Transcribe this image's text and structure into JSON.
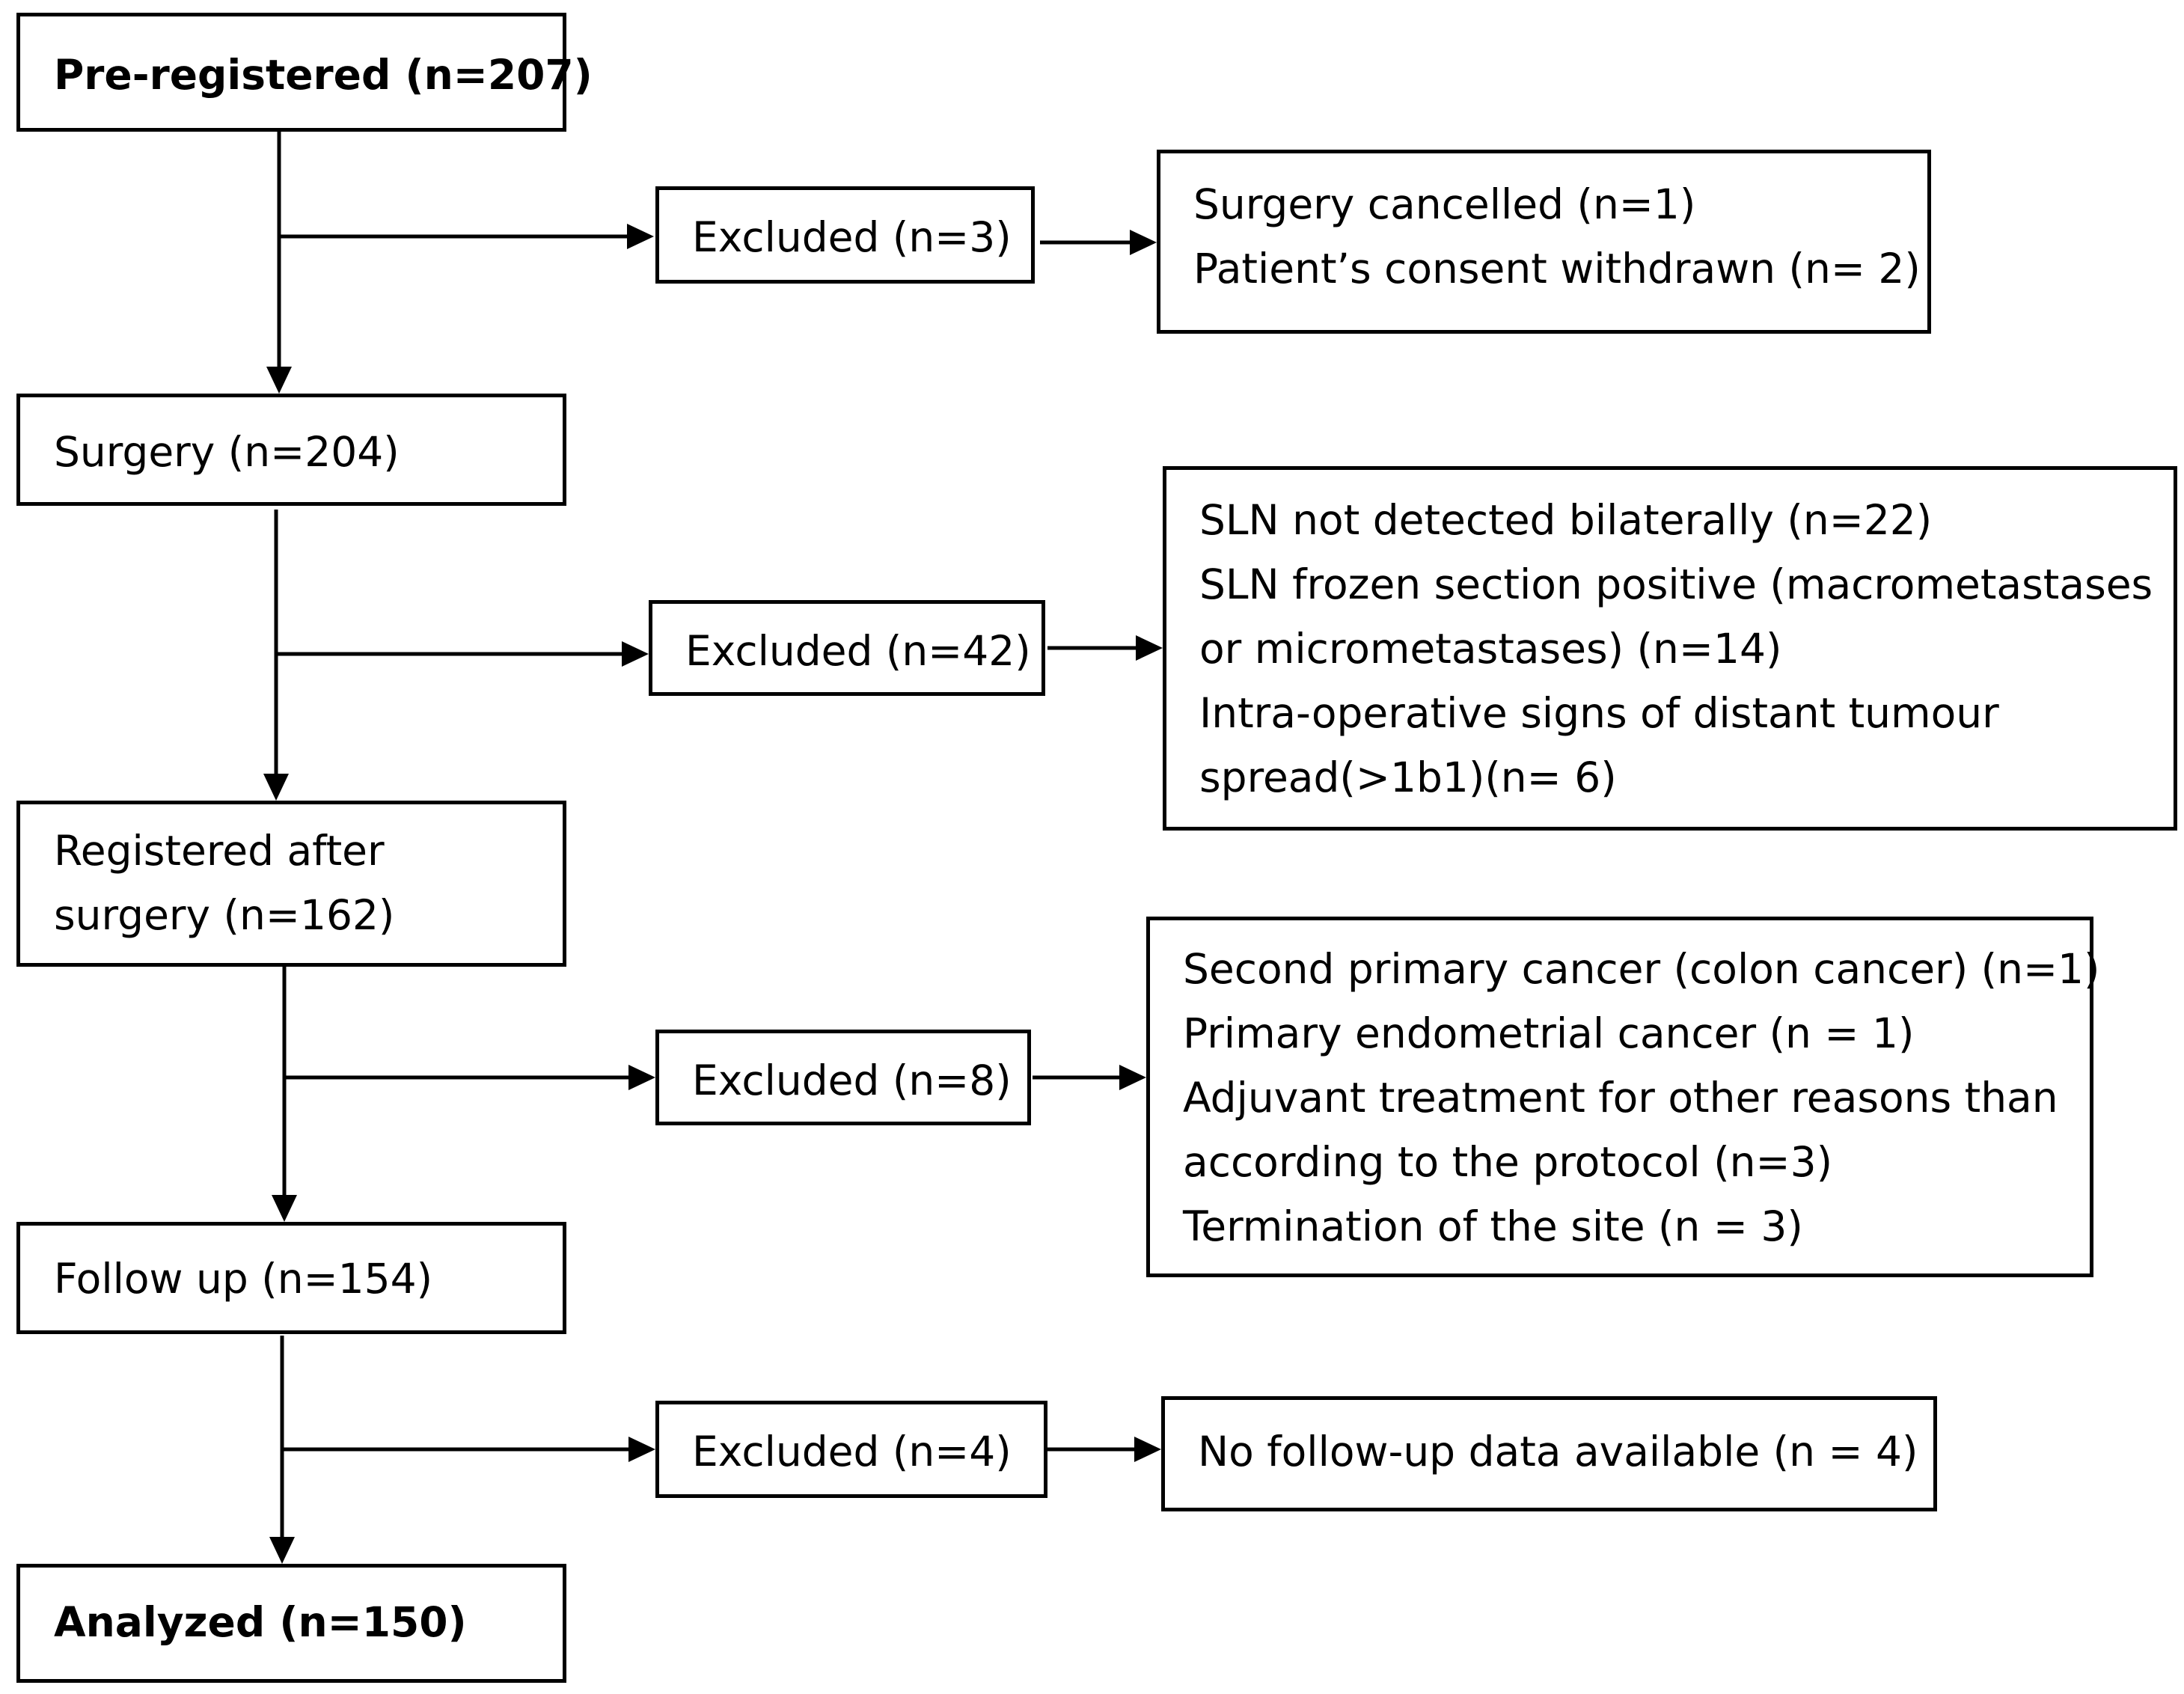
{
  "main_flow": [
    {
      "label": "Pre-registered (n=207)",
      "bold": true
    },
    {
      "label": "Surgery (n=204)",
      "bold": false
    },
    {
      "lines": [
        "Registered after",
        "surgery (n=162)"
      ],
      "bold": false
    },
    {
      "label": "Follow up (n=154)",
      "bold": false
    },
    {
      "label": "Analyzed (n=150)",
      "bold": true
    }
  ],
  "exclusions": [
    {
      "label": "Excluded (n=3)",
      "reasons": [
        "Surgery cancelled (n=1)",
        "Patient’s consent withdrawn (n= 2)"
      ]
    },
    {
      "label": "Excluded (n=42)",
      "reasons": [
        "SLN not detected bilaterally (n=22)",
        "SLN frozen section positive (macrometastases",
        "or micrometastases) (n=14)",
        "Intra-operative signs of distant tumour",
        "spread(>1b1)(n= 6)"
      ]
    },
    {
      "label": "Excluded (n=8)",
      "reasons": [
        "Second primary cancer (colon cancer) (n=1)",
        "Primary endometrial cancer (n = 1)",
        "Adjuvant treatment for other reasons than",
        "according to the protocol (n=3)",
        "Termination of the site (n = 3)"
      ]
    },
    {
      "label": "Excluded (n=4)",
      "reasons": [
        "No follow-up data available (n = 4)"
      ]
    }
  ]
}
